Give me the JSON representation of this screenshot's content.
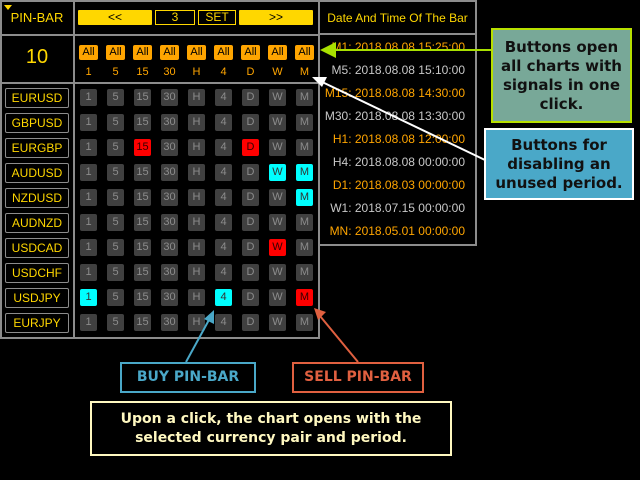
{
  "header": {
    "indicator_name": "PIN-BAR",
    "prev_label": "<<",
    "page_value": "3",
    "set_label": "SET",
    "next_label": ">>",
    "count": "10",
    "time_header": "Date And Time Of The Bar"
  },
  "all_label": "All",
  "periods": [
    "1",
    "5",
    "15",
    "30",
    "H",
    "4",
    "D",
    "W",
    "M"
  ],
  "pairs": [
    {
      "name": "EURUSD",
      "states": [
        "off",
        "off",
        "off",
        "off",
        "off",
        "off",
        "off",
        "off",
        "off"
      ]
    },
    {
      "name": "GBPUSD",
      "states": [
        "off",
        "off",
        "off",
        "off",
        "off",
        "off",
        "off",
        "off",
        "off"
      ]
    },
    {
      "name": "EURGBP",
      "states": [
        "off",
        "off",
        "sell",
        "off",
        "off",
        "off",
        "sell",
        "off",
        "off"
      ]
    },
    {
      "name": "AUDUSD",
      "states": [
        "off",
        "off",
        "off",
        "off",
        "off",
        "off",
        "off",
        "buy",
        "buy"
      ]
    },
    {
      "name": "NZDUSD",
      "states": [
        "off",
        "off",
        "off",
        "off",
        "off",
        "off",
        "off",
        "off",
        "buy"
      ]
    },
    {
      "name": "AUDNZD",
      "states": [
        "off",
        "off",
        "off",
        "off",
        "off",
        "off",
        "off",
        "off",
        "off"
      ]
    },
    {
      "name": "USDCAD",
      "states": [
        "off",
        "off",
        "off",
        "off",
        "off",
        "off",
        "off",
        "sell",
        "off"
      ]
    },
    {
      "name": "USDCHF",
      "states": [
        "off",
        "off",
        "off",
        "off",
        "off",
        "off",
        "off",
        "off",
        "off"
      ]
    },
    {
      "name": "USDJPY",
      "states": [
        "buy",
        "off",
        "off",
        "off",
        "off",
        "buy",
        "off",
        "off",
        "sell"
      ]
    },
    {
      "name": "EURJPY",
      "states": [
        "off",
        "off",
        "off",
        "off",
        "off",
        "off",
        "off",
        "off",
        "off"
      ]
    }
  ],
  "times": [
    {
      "text": "M1: 2018.08.08 15:25:00",
      "color": "#ffa500"
    },
    {
      "text": "M5: 2018.08.08 15:10:00",
      "color": "#c8c8c8"
    },
    {
      "text": "M15: 2018.08.08 14:30:00",
      "color": "#ffa500"
    },
    {
      "text": "M30: 2018.08.08 13:30:00",
      "color": "#c8c8c8"
    },
    {
      "text": "H1: 2018.08.08 12:00:00",
      "color": "#ffa500"
    },
    {
      "text": "H4: 2018.08.08 00:00:00",
      "color": "#c8c8c8"
    },
    {
      "text": "D1: 2018.08.03 00:00:00",
      "color": "#ffa500"
    },
    {
      "text": "W1: 2018.07.15 00:00:00",
      "color": "#c8c8c8"
    },
    {
      "text": "MN: 2018.05.01 00:00:00",
      "color": "#ffa500"
    }
  ],
  "annotations": {
    "all_buttons": "Buttons open all charts with signals in one click.",
    "disable_buttons": "Buttons for disabling an unused period.",
    "buy": "BUY PIN-BAR",
    "sell": "SELL PIN-BAR",
    "info": "Upon a click, the chart opens with the selected currency pair and period."
  },
  "colors": {
    "buy": "#00ffff",
    "sell": "#ff0000",
    "accent": "#ffd700"
  }
}
